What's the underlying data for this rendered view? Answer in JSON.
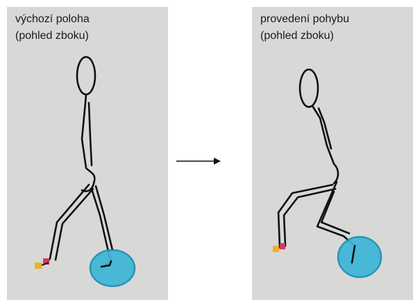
{
  "panels": [
    {
      "caption_line1": "výchozí poloha",
      "caption_line2": "(pohled zboku)"
    },
    {
      "caption_line1": "provedení pohybu",
      "caption_line2": "(pohled zboku)"
    }
  ],
  "colors": {
    "background": "#ffffff",
    "panel": "#d8d8d7",
    "stroke": "#111111",
    "ball_fill": "#3cb6d6",
    "ball_edge": "#1a8fb6",
    "shoe_yellow": "#e6b325",
    "shoe_pink": "#d23a63"
  },
  "icons": {
    "arrow": "right-arrow-icon",
    "ball": "balance-ball-icon"
  }
}
